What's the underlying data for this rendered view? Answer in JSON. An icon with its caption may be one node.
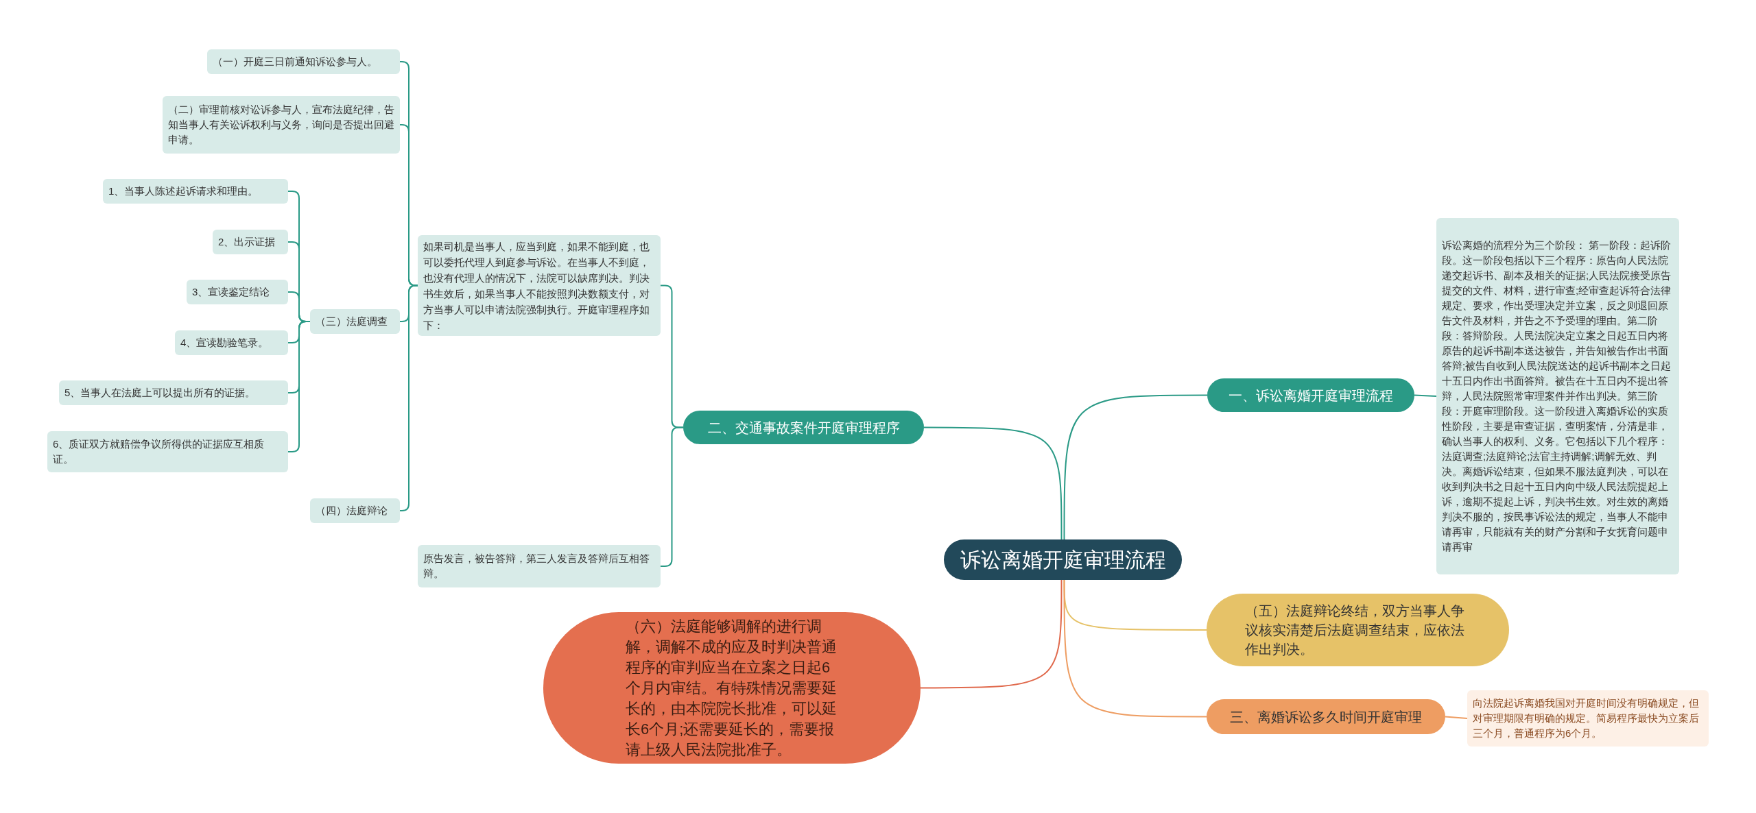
{
  "diagram": {
    "nodes": [
      {
        "text": [
          "诉讼离婚开庭审理流程"
        ]
      },
      {
        "text": [
          "一、诉讼离婚开庭审理流程"
        ]
      },
      {
        "text": [
          "诉讼离婚的流程分为三个阶段： 第一阶段：起诉阶段。这一阶段包括以下三个程序：原告向人民法院递交起诉书、副本及相关的证据;人民法院接受原告提交的文件、材料，进行审查;经审查起诉符合法律规定、要求，作出受理决定并立案，反之则退回原告文件及材料，并告之不予受理的理由。第二阶段：答辩阶段。人民法院决定立案之日起五日内将原告的起诉书副本送达被告，并告知被告作出书面答辩;被告自收到人民法院送达的起诉书副本之日起十五日内作出书面答辩。被告在十五日内不提出答辩，人民法院照常审理案件并作出判决。第三阶段：开庭审理阶段。这一阶段进入离婚诉讼的实质性阶段，主要是审查证据，查明案情，分清是非，确认当事人的权利、义务。它包括以下几个程序：法庭调查;法庭辩论;法官主持调解;调解无效、判决。离婚诉讼结束，但如果不服法庭判决，可以在收到判决书之日起十五日内向中级人民法院提起上诉，逾期不提起上诉，判决书生效。对生效的离婚判决不服的，按民事诉讼法的规定，当事人不能申请再审，只能就有关的财产分割和子女抚育问题申请再审"
        ]
      },
      {
        "text": [
          "二、交通事故案件开庭审理程序"
        ]
      },
      {
        "text": [
          "如果司机是当事人，应当到庭，如果不能到庭，也可以委托代理人到庭参与诉讼。在当事人不到庭，也没有代理人的情况下，法院可以缺席判决。判决书生效后，如果当事人不能按照判决数额支付，对方当事人可以申请法院强制执行。开庭审理程序如下："
        ]
      },
      {
        "text": [
          "原告发言，被告答辩，第三人发言及答辩后互相答辩。"
        ]
      },
      {
        "text": [
          "（一）开庭三日前通知诉讼参与人。"
        ]
      },
      {
        "text": [
          "（二）审理前核对讼诉参与人，宣布法庭纪律，告知当事人有关讼诉权利与义务，询问是否提出回避申请。"
        ]
      },
      {
        "text": [
          "（三）法庭调查"
        ]
      },
      {
        "text": [
          "1、当事人陈述起诉请求和理由。"
        ]
      },
      {
        "text": [
          "2、出示证据"
        ]
      },
      {
        "text": [
          "3、宣读鉴定结论"
        ]
      },
      {
        "text": [
          "4、宣读勘验笔录。"
        ]
      },
      {
        "text": [
          "5、当事人在法庭上可以提出所有的证据。"
        ]
      },
      {
        "text": [
          "6、质证双方就赔偿争议所得供的证据应互相质证。"
        ]
      },
      {
        "text": [
          "（四）法庭辩论"
        ]
      },
      {
        "text": [
          "（五）法庭辩论终结，双方当事人争议核实清楚后法庭调查结束，应依法作出判决。"
        ]
      },
      {
        "text": [
          "三、离婚诉讼多久时间开庭审理"
        ]
      },
      {
        "text": [
          "向法院起诉离婚我国对开庭时间没有明确规定，但对审理期限有明确的规定。简易程序最快为立案后三个月，普通程序为6个月。"
        ]
      },
      {
        "text": [
          "（六）法庭能够调解的进行调解，调解不成的应及时判决普通程序的审判应当在立案之日起6个月内审结。有特殊情况需要延长的，由本院院长批准，可以延长6个月;还需要延长的，需要报请上级人民法院批准子。"
        ]
      }
    ],
    "edges": [
      {
        "from": 0,
        "to": 1,
        "arrow": "none"
      },
      {
        "from": 1,
        "to": 2,
        "arrow": "none"
      },
      {
        "from": 0,
        "to": 3,
        "arrow": "none"
      },
      {
        "from": 3,
        "to": 4,
        "arrow": "none"
      },
      {
        "from": 3,
        "to": 5,
        "arrow": "none"
      },
      {
        "from": 4,
        "to": 6,
        "arrow": "none"
      },
      {
        "from": 4,
        "to": 7,
        "arrow": "none"
      },
      {
        "from": 4,
        "to": 8,
        "arrow": "none"
      },
      {
        "from": 4,
        "to": 15,
        "arrow": "none"
      },
      {
        "from": 8,
        "to": 9,
        "arrow": "none"
      },
      {
        "from": 8,
        "to": 10,
        "arrow": "none"
      },
      {
        "from": 8,
        "to": 11,
        "arrow": "none"
      },
      {
        "from": 8,
        "to": 12,
        "arrow": "none"
      },
      {
        "from": 8,
        "to": 13,
        "arrow": "none"
      },
      {
        "from": 8,
        "to": 14,
        "arrow": "none"
      },
      {
        "from": 0,
        "to": 16,
        "arrow": "none",
        "color": "#e6c268"
      },
      {
        "from": 0,
        "to": 17,
        "arrow": "none",
        "color": "#ee9d62"
      },
      {
        "from": 17,
        "to": 18,
        "arrow": "none",
        "color": "#ee9d62"
      },
      {
        "from": 0,
        "to": 19,
        "arrow": "none",
        "color": "#e0694c"
      }
    ]
  }
}
